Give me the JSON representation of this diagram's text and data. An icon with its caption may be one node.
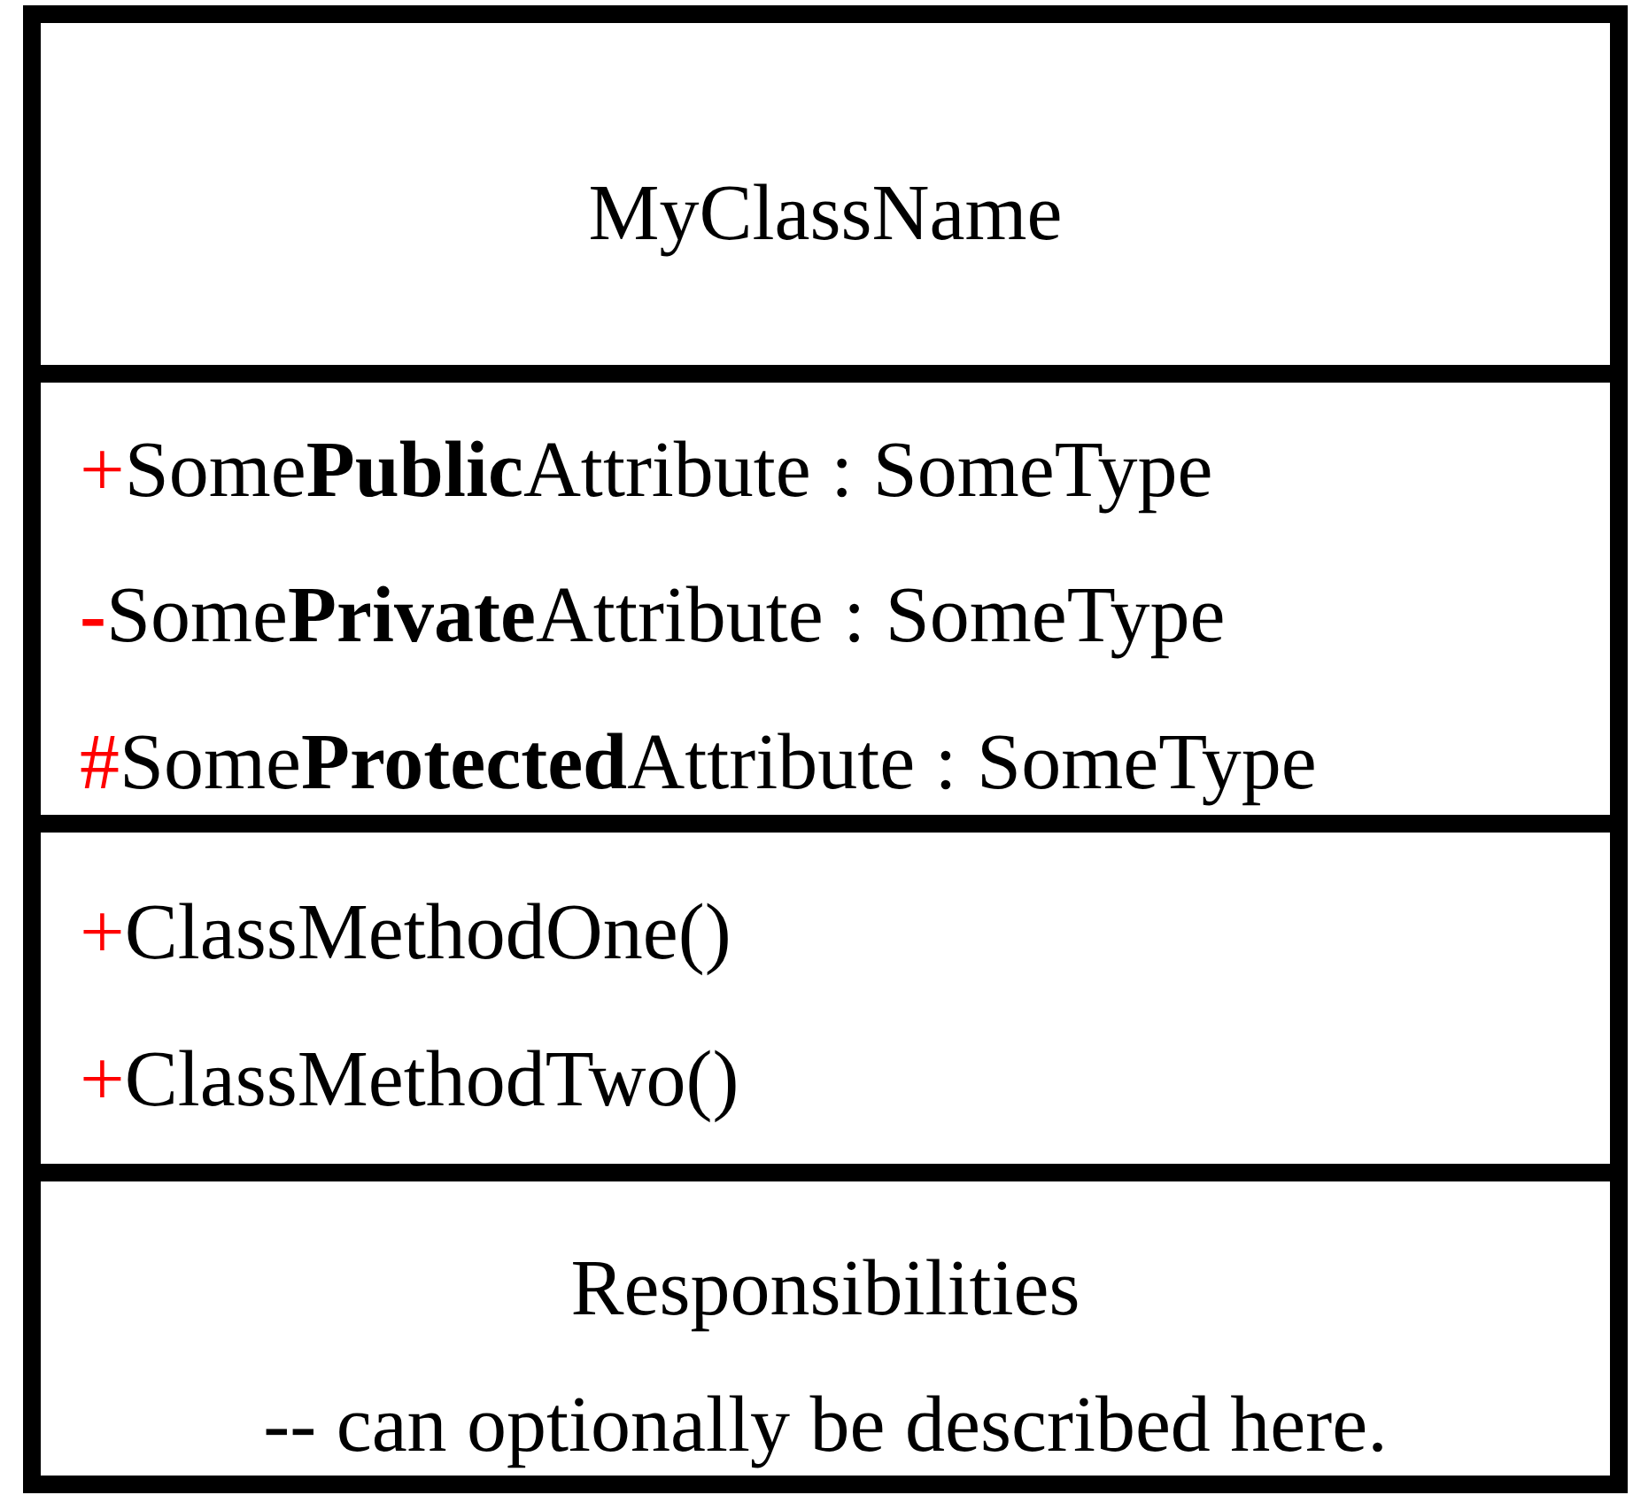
{
  "diagram": {
    "nodes": [
      {
        "text": [
          "MyClassName"
        ]
      },
      {
        "text": [
          "+Some**Public**Attribute : SomeType",
          "**-**Some**Private**Attribute : SomeType",
          "#Some**Protected**Attribute : SomeType"
        ]
      },
      {
        "text": [
          "+ClassMethodOne()",
          "+ClassMethodTwo()"
        ]
      },
      {
        "text": [
          "Responsibilities",
          "-- can optionally be described here."
        ]
      }
    ]
  }
}
